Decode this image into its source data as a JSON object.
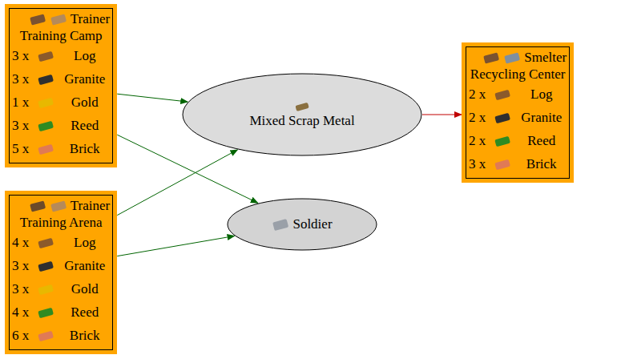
{
  "diagram": {
    "nodes": [
      {
        "text": [
          "Trainer",
          "Training Camp",
          "3 x",
          "Log",
          "3 x",
          "Granite",
          "1 x",
          "Gold",
          "3 x",
          "Reed",
          "5 x",
          "Brick"
        ]
      },
      {
        "text": [
          "Trainer",
          "Training Arena",
          "4 x",
          "Log",
          "3 x",
          "Granite",
          "3 x",
          "Gold",
          "4 x",
          "Reed",
          "6 x",
          "Brick"
        ]
      },
      {
        "text": [
          "Mixed Scrap Metal"
        ]
      },
      {
        "text": [
          "Soldier"
        ]
      },
      {
        "text": [
          "Smelter",
          "Recycling Center",
          "2 x",
          "Log",
          "2 x",
          "Granite",
          "2 x",
          "Reed",
          "3 x",
          "Brick"
        ]
      }
    ],
    "edges": [
      {
        "from": 0,
        "to": 2,
        "arrow": "to"
      },
      {
        "from": 0,
        "to": 3,
        "arrow": "to"
      },
      {
        "from": 1,
        "to": 2,
        "arrow": "to"
      },
      {
        "from": 1,
        "to": 3,
        "arrow": "to"
      },
      {
        "from": 2,
        "to": 4,
        "arrow": "to"
      }
    ]
  }
}
